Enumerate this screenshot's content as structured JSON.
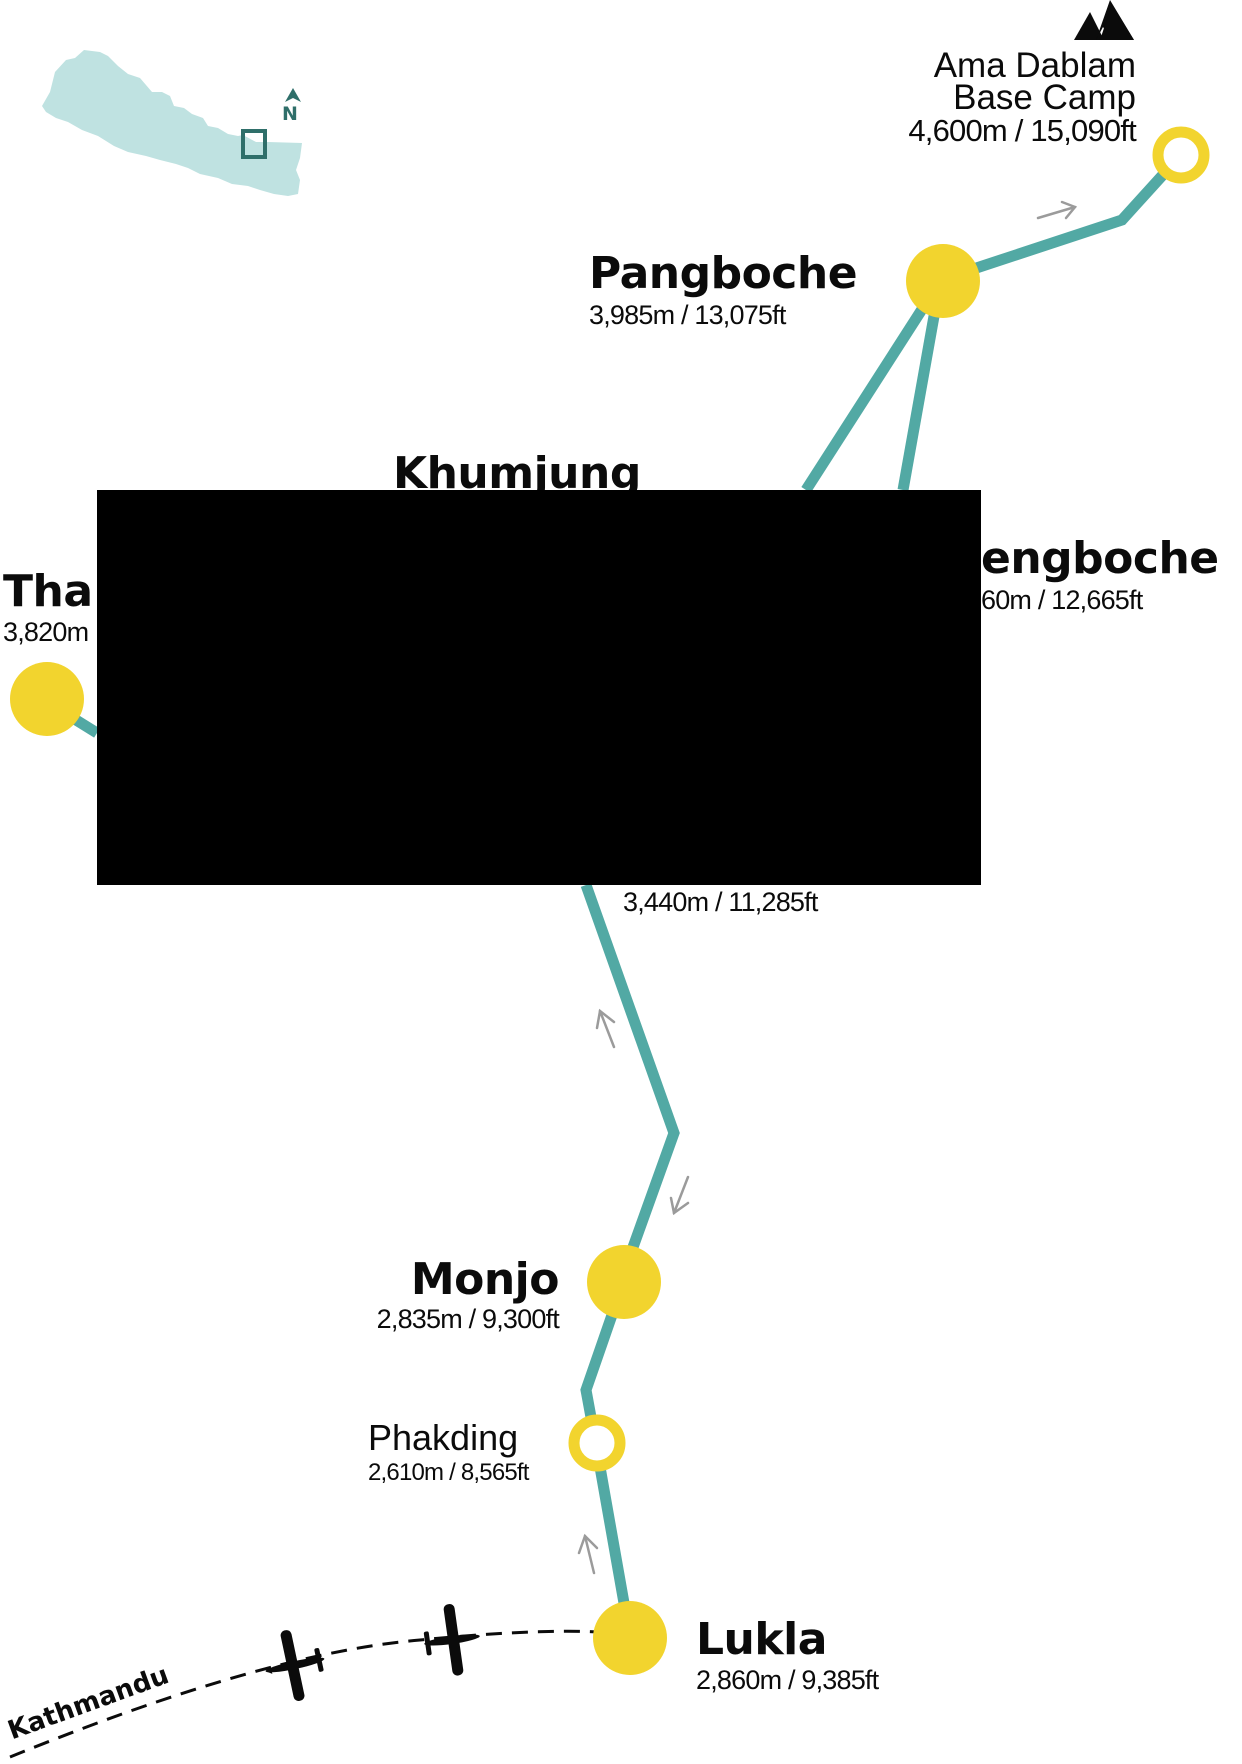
{
  "title": "Everest region trek map",
  "colors": {
    "trail": "#52a9a4",
    "stop_fill": "#f2d42e",
    "inset_land": "#bfe2e1",
    "inset_accent": "#2f6f6a",
    "direction_arrow": "#9b9b9b",
    "text": "#0b0b0b"
  },
  "inset_map": {
    "region": "Nepal",
    "north_label": "N"
  },
  "stops": [
    {
      "id": "ama-dablam-bc",
      "name_line1": "Ama Dablam",
      "name_line2": "Base Camp",
      "altitude": "4,600m / 15,090ft",
      "type": "side-trip"
    },
    {
      "id": "pangboche",
      "name": "Pangboche",
      "altitude": "3,985m / 13,075ft",
      "type": "overnight"
    },
    {
      "id": "khumjung",
      "name": "Khumjung",
      "altitude": "",
      "type": "overnight",
      "partially_hidden": true
    },
    {
      "id": "tengboche",
      "name": "engboche",
      "altitude": "60m / 12,665ft",
      "type": "overnight",
      "partially_hidden": true
    },
    {
      "id": "thame",
      "name": "Tha",
      "altitude": "3,820m",
      "type": "overnight",
      "partially_hidden": true
    },
    {
      "id": "namche",
      "name": "",
      "altitude": "3,440m / 11,285ft",
      "type": "overnight",
      "partially_hidden": true
    },
    {
      "id": "monjo",
      "name": "Monjo",
      "altitude": "2,835m / 9,300ft",
      "type": "overnight"
    },
    {
      "id": "phakding",
      "name": "Phakding",
      "altitude": "2,610m / 8,565ft",
      "type": "pass-through"
    },
    {
      "id": "lukla",
      "name": "Lukla",
      "altitude": "2,860m / 9,385ft",
      "type": "overnight"
    }
  ],
  "flight": {
    "origin_label": "Kathmandu",
    "icon": "airplane-icon"
  },
  "peak_icon": "mountain-icon",
  "redacted_region": true
}
